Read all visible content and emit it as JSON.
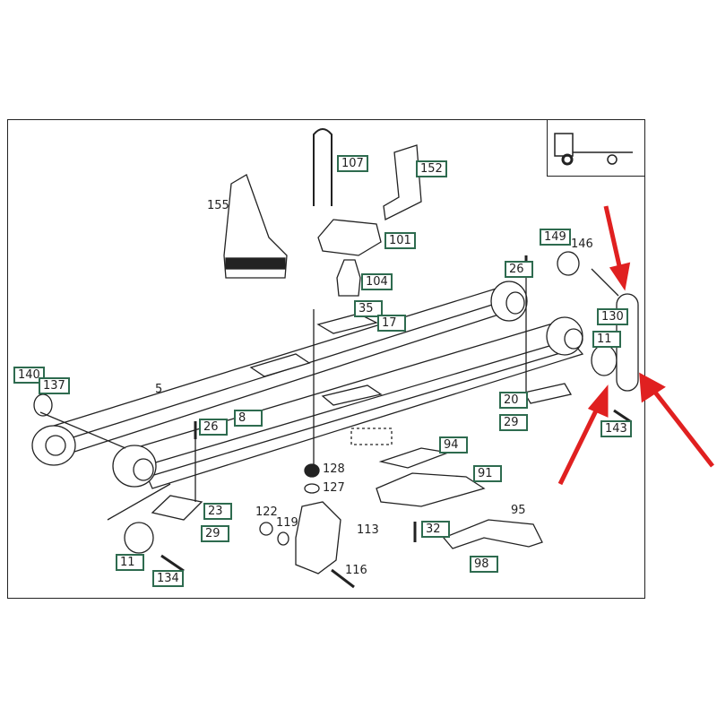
{
  "diagram": {
    "title": "Leaf spring rear suspension exploded parts view",
    "vehicle_icon": "truck-rear-axle-icon",
    "labels": [
      "107",
      "152",
      "155",
      "101",
      "104",
      "35",
      "17",
      "149",
      "146",
      "26",
      "130",
      "11",
      "140",
      "137",
      "5",
      "26",
      "8",
      "20",
      "29",
      "143",
      "94",
      "128",
      "127",
      "91",
      "23",
      "29",
      "122",
      "119",
      "113",
      "32",
      "95",
      "11",
      "134",
      "116",
      "98"
    ],
    "highlight_color": "#e02020",
    "label_border_color": "#2e6b4f"
  }
}
